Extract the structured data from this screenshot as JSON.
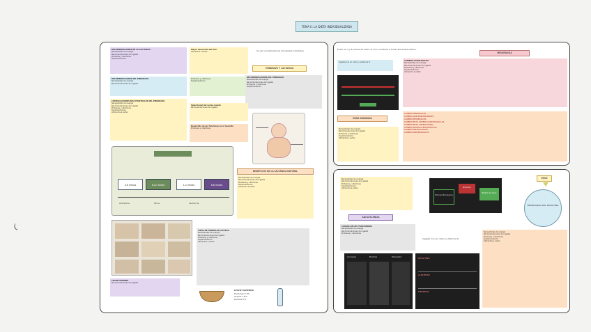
{
  "title": "TEMA II. LA DIETA INDIVIDUALIZADA",
  "left": {
    "intro_note": "Se ven unicamente los principales nutrientes",
    "section_lactancia": "EMBARAZO Y LACTANCIA",
    "box_lactancia_head": "RECOMENDACIONES EN LA LACTANCIA",
    "box_embarazo_head": "RECOMENDACIONES DEL EMBARAZO",
    "box_dha": "Mayor desarrollo del feto",
    "box_complic_head": "COMPLICACIONES MAS HABITUALES DEL EMBARAZO",
    "box_salud_head": "Salud bucal del recien nacido",
    "box_desarrollo": "Desarrollo de las funciones en el neonato",
    "section_beneficios": "BENEFICIOS DE LA LACTANCIA NATURAL",
    "section_tipos": "TIPOS DE FORMULAS LACTEAS",
    "section_leche": "LECHE MATERNA",
    "legend_a": "Alimentos",
    "legend_b": "Otros",
    "legend_c": "Lactancia",
    "timeline": [
      "0-6 meses",
      "6-12 meses",
      "1-2 meses",
      "6-8 meses"
    ],
    "pct_title": "LECHE MATERNA",
    "pct_rows": [
      {
        "label": "Proteinas",
        "value": "0.9%"
      },
      {
        "label": "Grasas",
        "value": "3.8%"
      },
      {
        "label": "Lactosa",
        "value": "7%"
      }
    ],
    "body_lines": [
      "Necesidades de energia",
      "Recomendaciones de ingesta",
      "Proteinas y vitaminas",
      "Suplementacion",
      "Alimentos a evitar"
    ]
  },
  "right": {
    "top_note": "Entre los 4 y 6 meses de edad, el nino comienza a tomar alimentos solidos.",
    "section_menopausia": "MENOPAUSIA",
    "section_adulta": "EDAD AVANZADA",
    "section_adolescencia": "ADOLESCENCIA",
    "section_vejez": "VEJEZ",
    "vejez_circle": "IMPORTANCIA DEL DESAYUNO",
    "grid_head": "CAMBIOS FISIOLOGICOS",
    "red_rows": [
      "CAMBIOS SENSORIALES",
      "CAMBIOS GASTROINTESTINALES",
      "CAMBIOS METABOLICOS",
      "CAMBIOS EN EL SISTEMA CARDIOVASCULAR",
      "CAMBIOS EN EL SISTEMA RENAL",
      "CAMBIOS MUSCULO-ESQUELETICOS",
      "CAMBIOS NEUROLOGICOS",
      "CAMBIOS INMUNOLOGICOS"
    ],
    "tall_box_head": "CAUSAS DE LOS TRASTORNOS",
    "dark_box_labels": [
      "Anorexia",
      "Bulimia",
      "Obesidad"
    ],
    "menu_labels": [
      "DESAYUNO",
      "ALMUERZO",
      "MERIENDA"
    ],
    "side_label": "Ingesta rica en calcio y vitamina D",
    "diagram_nodes": [
      "Factores fisiologicos",
      "Nutricion",
      "Estado de salud"
    ]
  },
  "colors": {
    "accent": "#cfe6ee",
    "pink": "#f8d7dc",
    "dark": "#1e1e1e"
  }
}
